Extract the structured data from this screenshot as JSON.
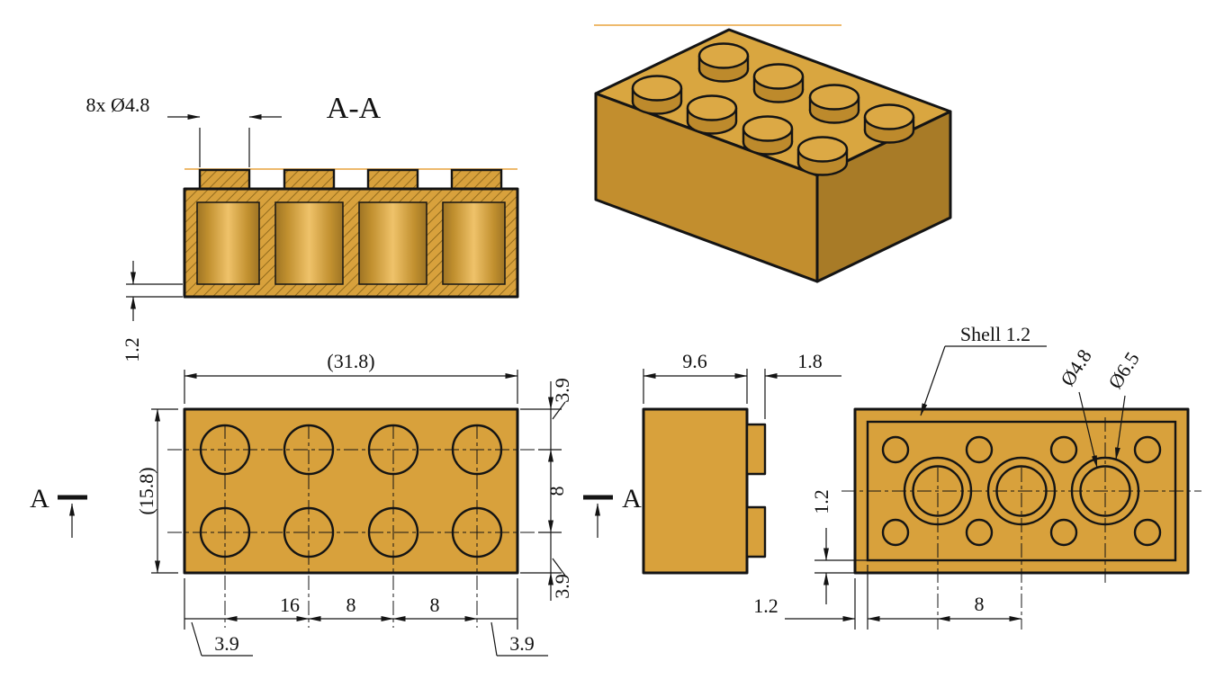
{
  "drawing": {
    "section_label": "A-A",
    "section_markers": {
      "left": "A",
      "middle": "A"
    },
    "dims": {
      "stud_callout": "8x Ø4.8",
      "base_thickness": "1.2",
      "overall_width": "(31.8)",
      "overall_depth": "(15.8)",
      "edge_top": "3.9",
      "row_pitch": "8",
      "edge_bottom": "3.9",
      "pitch_16": "16",
      "pitch_8a": "8",
      "pitch_8b": "8",
      "edge_left": "3.9",
      "edge_right": "3.9",
      "body_height": "9.6",
      "stud_height": "1.8",
      "shell_callout": "Shell 1.2",
      "tube_inner_dia": "Ø4.8",
      "tube_outer_dia": "Ø6.5",
      "wall_bottom": "1.2",
      "wall_left": "1.2",
      "tube_pitch": "8"
    },
    "colors": {
      "brick": "#D8A13C",
      "brick_top": "#D9A640",
      "face_left": "#C28E2E",
      "face_right": "#A87B27",
      "stud_top": "#DCA945",
      "stud_side": "#BD8A2C",
      "line": "#141414",
      "construction": "#E8A33D"
    }
  }
}
